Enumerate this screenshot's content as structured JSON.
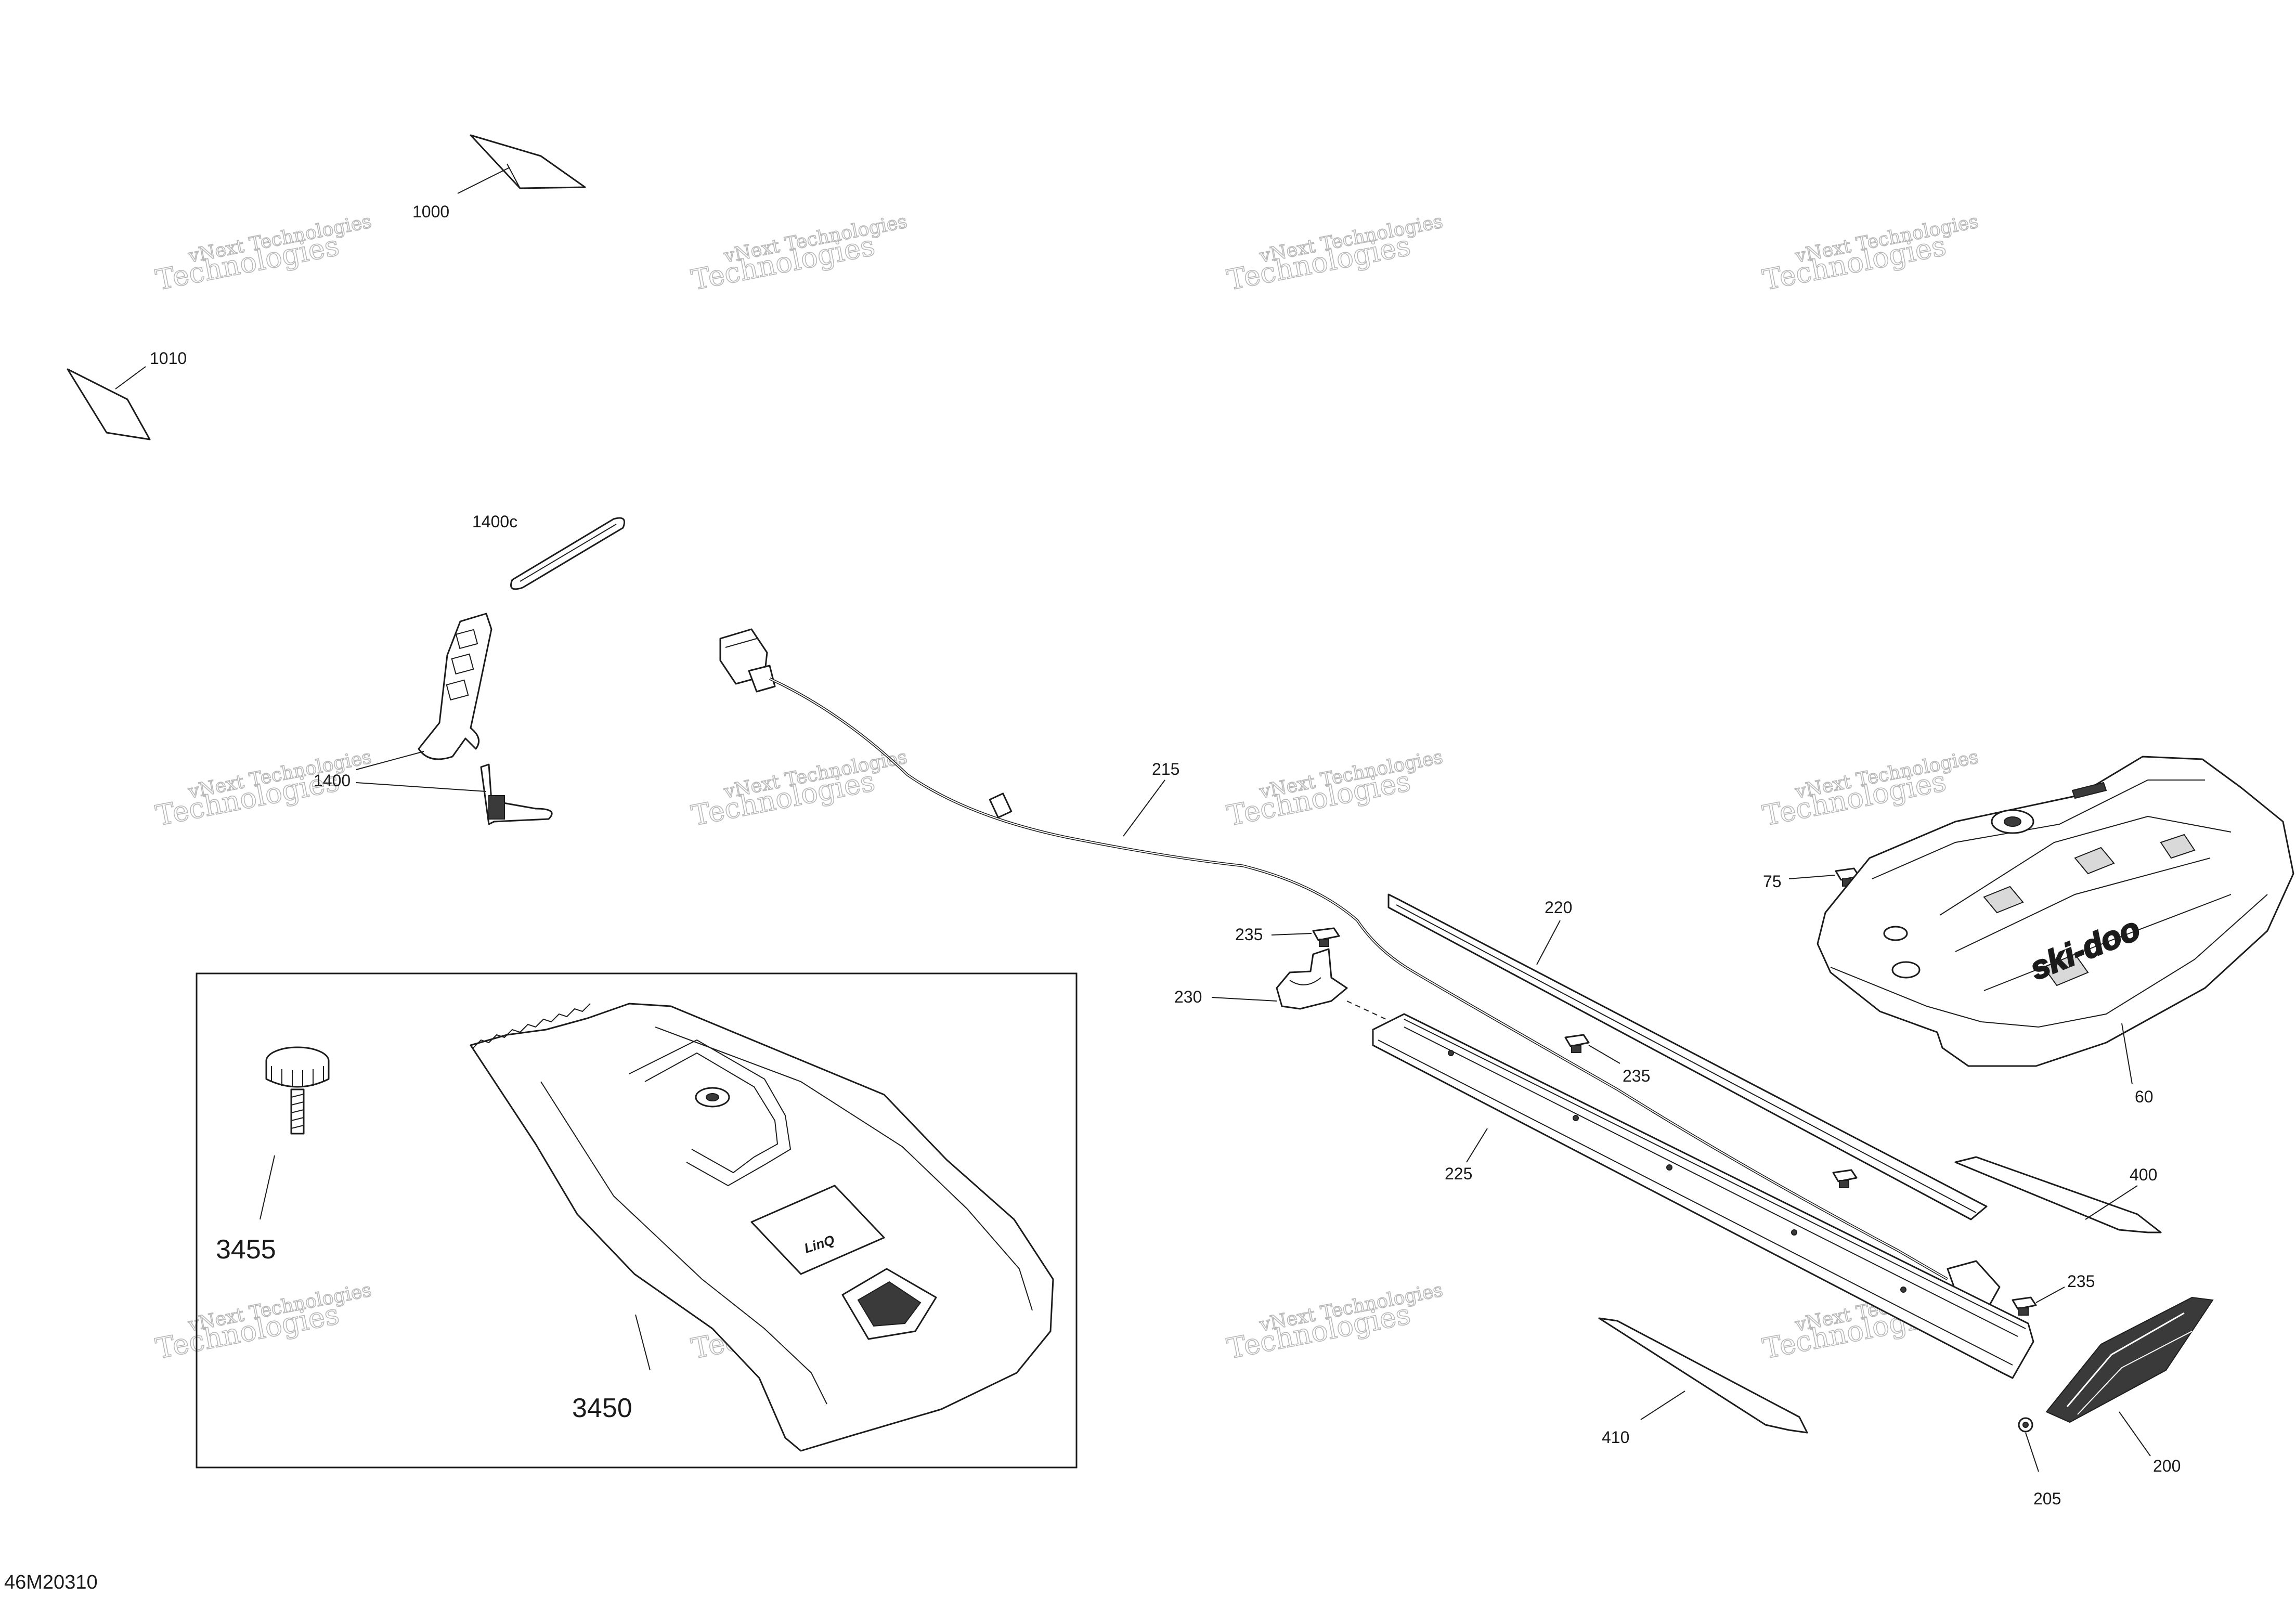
{
  "figure_id": "46M20310",
  "watermark": {
    "line1": "vNext Technologies",
    "line2": "Technologies"
  },
  "callouts": {
    "c1000": "1000",
    "c1010": "1010",
    "c1400c": "1400c",
    "c1400": "1400",
    "c215": "215",
    "c220": "220",
    "c225": "225",
    "c230": "230",
    "c235a": "235",
    "c235b": "235",
    "c235c": "235",
    "c75": "75",
    "c60": "60",
    "c400": "400",
    "c410": "410",
    "c200": "200",
    "c205": "205",
    "c3455": "3455",
    "c3450": "3450"
  },
  "decals": {
    "brand": "ski-doo",
    "badge": "LinQ"
  }
}
